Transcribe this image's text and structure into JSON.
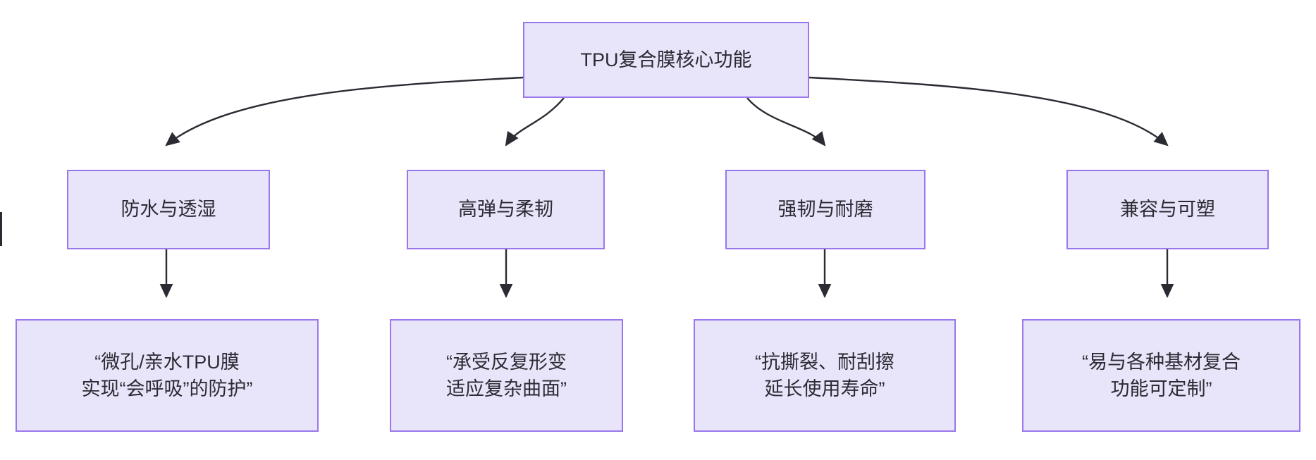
{
  "diagram": {
    "type": "flowchart",
    "orientation": "top-down",
    "title_node": {
      "id": "root",
      "label": "TPU复合膜核心功能"
    },
    "colors": {
      "node_fill": "#E8E5FA",
      "node_border": "#9A77EC",
      "node_text": "#2B2B33",
      "edge_stroke": "#2B2B33",
      "background": "#FFFFFF"
    },
    "branches": [
      {
        "id": "branch-1",
        "category": "防水与透湿",
        "detail": "“微孔/亲水TPU膜\n实现“会呼吸”的防护”"
      },
      {
        "id": "branch-2",
        "category": "高弹与柔韧",
        "detail": "“承受反复形变\n适应复杂曲面”"
      },
      {
        "id": "branch-3",
        "category": "强韧与耐磨",
        "detail": "“抗撕裂、耐刮擦\n延长使用寿命”"
      },
      {
        "id": "branch-4",
        "category": "兼容与可塑",
        "detail": "“易与各种基材复合\n功能可定制”"
      }
    ]
  }
}
